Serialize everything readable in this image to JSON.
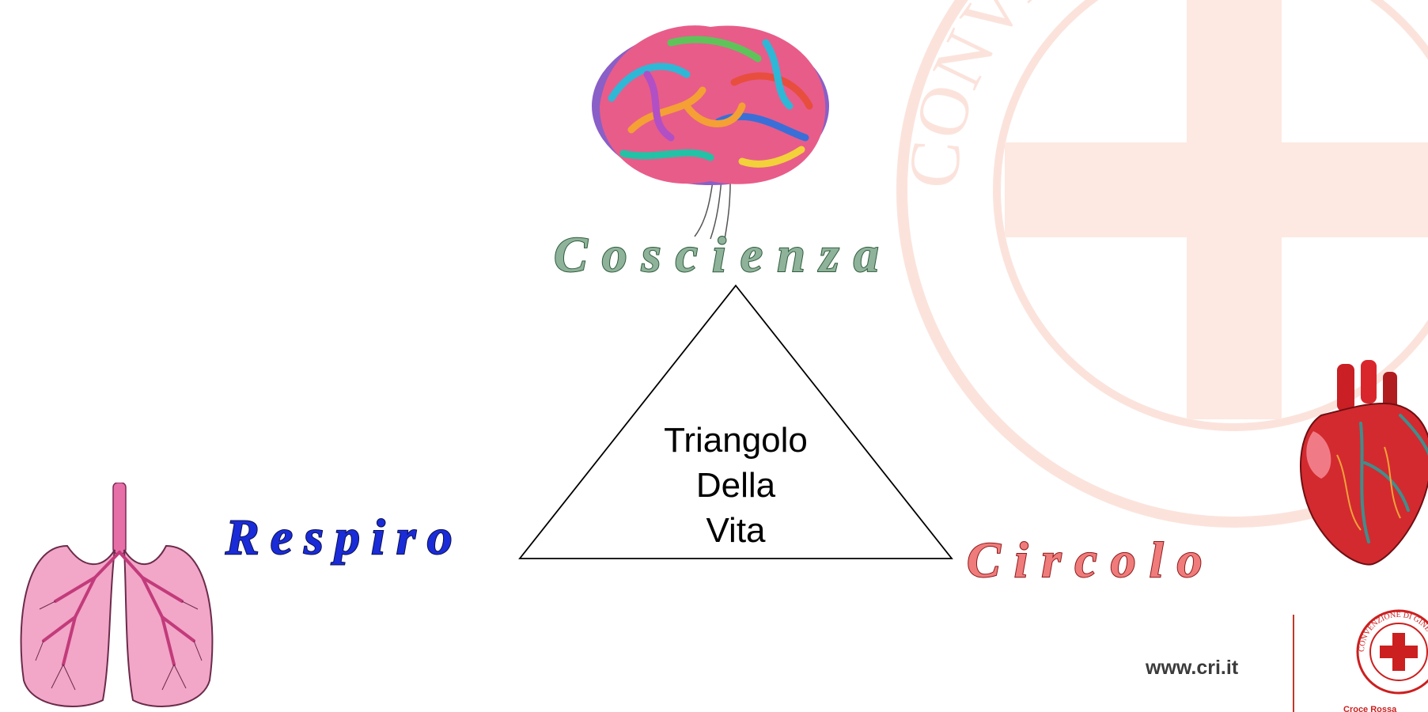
{
  "slide": {
    "labels": {
      "top": "Coscienza",
      "left": "Respiro",
      "right": "Circolo"
    },
    "triangle_text": [
      "Triangolo",
      "Della",
      "Vita"
    ],
    "footer": {
      "website": "www.cri.it",
      "logo_text": "Croce Rossa",
      "watermark_text": "CONVENZIONE DI GINEVRA"
    },
    "colors": {
      "coscienza": "#8fb29a",
      "respiro": "#1a2cd8",
      "circolo": "#f07b7b",
      "cri_red": "#cc1f1f"
    },
    "images": [
      "brain-illustration",
      "lungs-illustration",
      "heart-illustration",
      "cri-logo"
    ]
  }
}
